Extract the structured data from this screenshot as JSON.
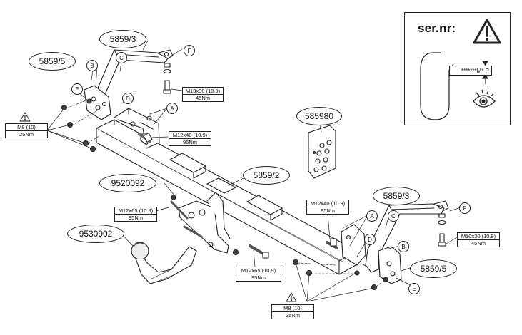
{
  "parts": {
    "p5859_3_top": "5859/3",
    "p5859_5_top": "5859/5",
    "p585980": "585980",
    "p5859_2": "5859/2",
    "p9520092": "9520092",
    "p9530902": "9530902",
    "p5859_3_bot": "5859/3",
    "p5859_5_bot": "5859/5"
  },
  "letters": {
    "B": "B",
    "C": "C",
    "D": "D",
    "E": "E",
    "F": "F",
    "A": "A"
  },
  "specs": {
    "m10_top": {
      "size": "M10x30 (10.9)",
      "torque": "45Nm"
    },
    "m12x40_top": {
      "size": "M12x40 (10.9)",
      "torque": "95Nm"
    },
    "m8_top": {
      "size": "M8 (10)",
      "torque": "25Nm"
    },
    "m12x65_left": {
      "size": "M12x65 (10.9)",
      "torque": "95Nm"
    },
    "m12x40_bot": {
      "size": "M12x40 (10.9)",
      "torque": "95Nm"
    },
    "m10_bot": {
      "size": "M10x30 (10.9)",
      "torque": "45Nm"
    },
    "m12x65_bot": {
      "size": "M12x65 (10.9)",
      "torque": "95Nm"
    },
    "m8_bot": {
      "size": "M8 (10)",
      "torque": "25Nm"
    }
  },
  "serial": {
    "label": "ser.nr:",
    "code": "*******M* P"
  },
  "icons": [
    "warning-icon",
    "eye-icon",
    "bolt-icon",
    "nut-icon",
    "washer-icon"
  ]
}
